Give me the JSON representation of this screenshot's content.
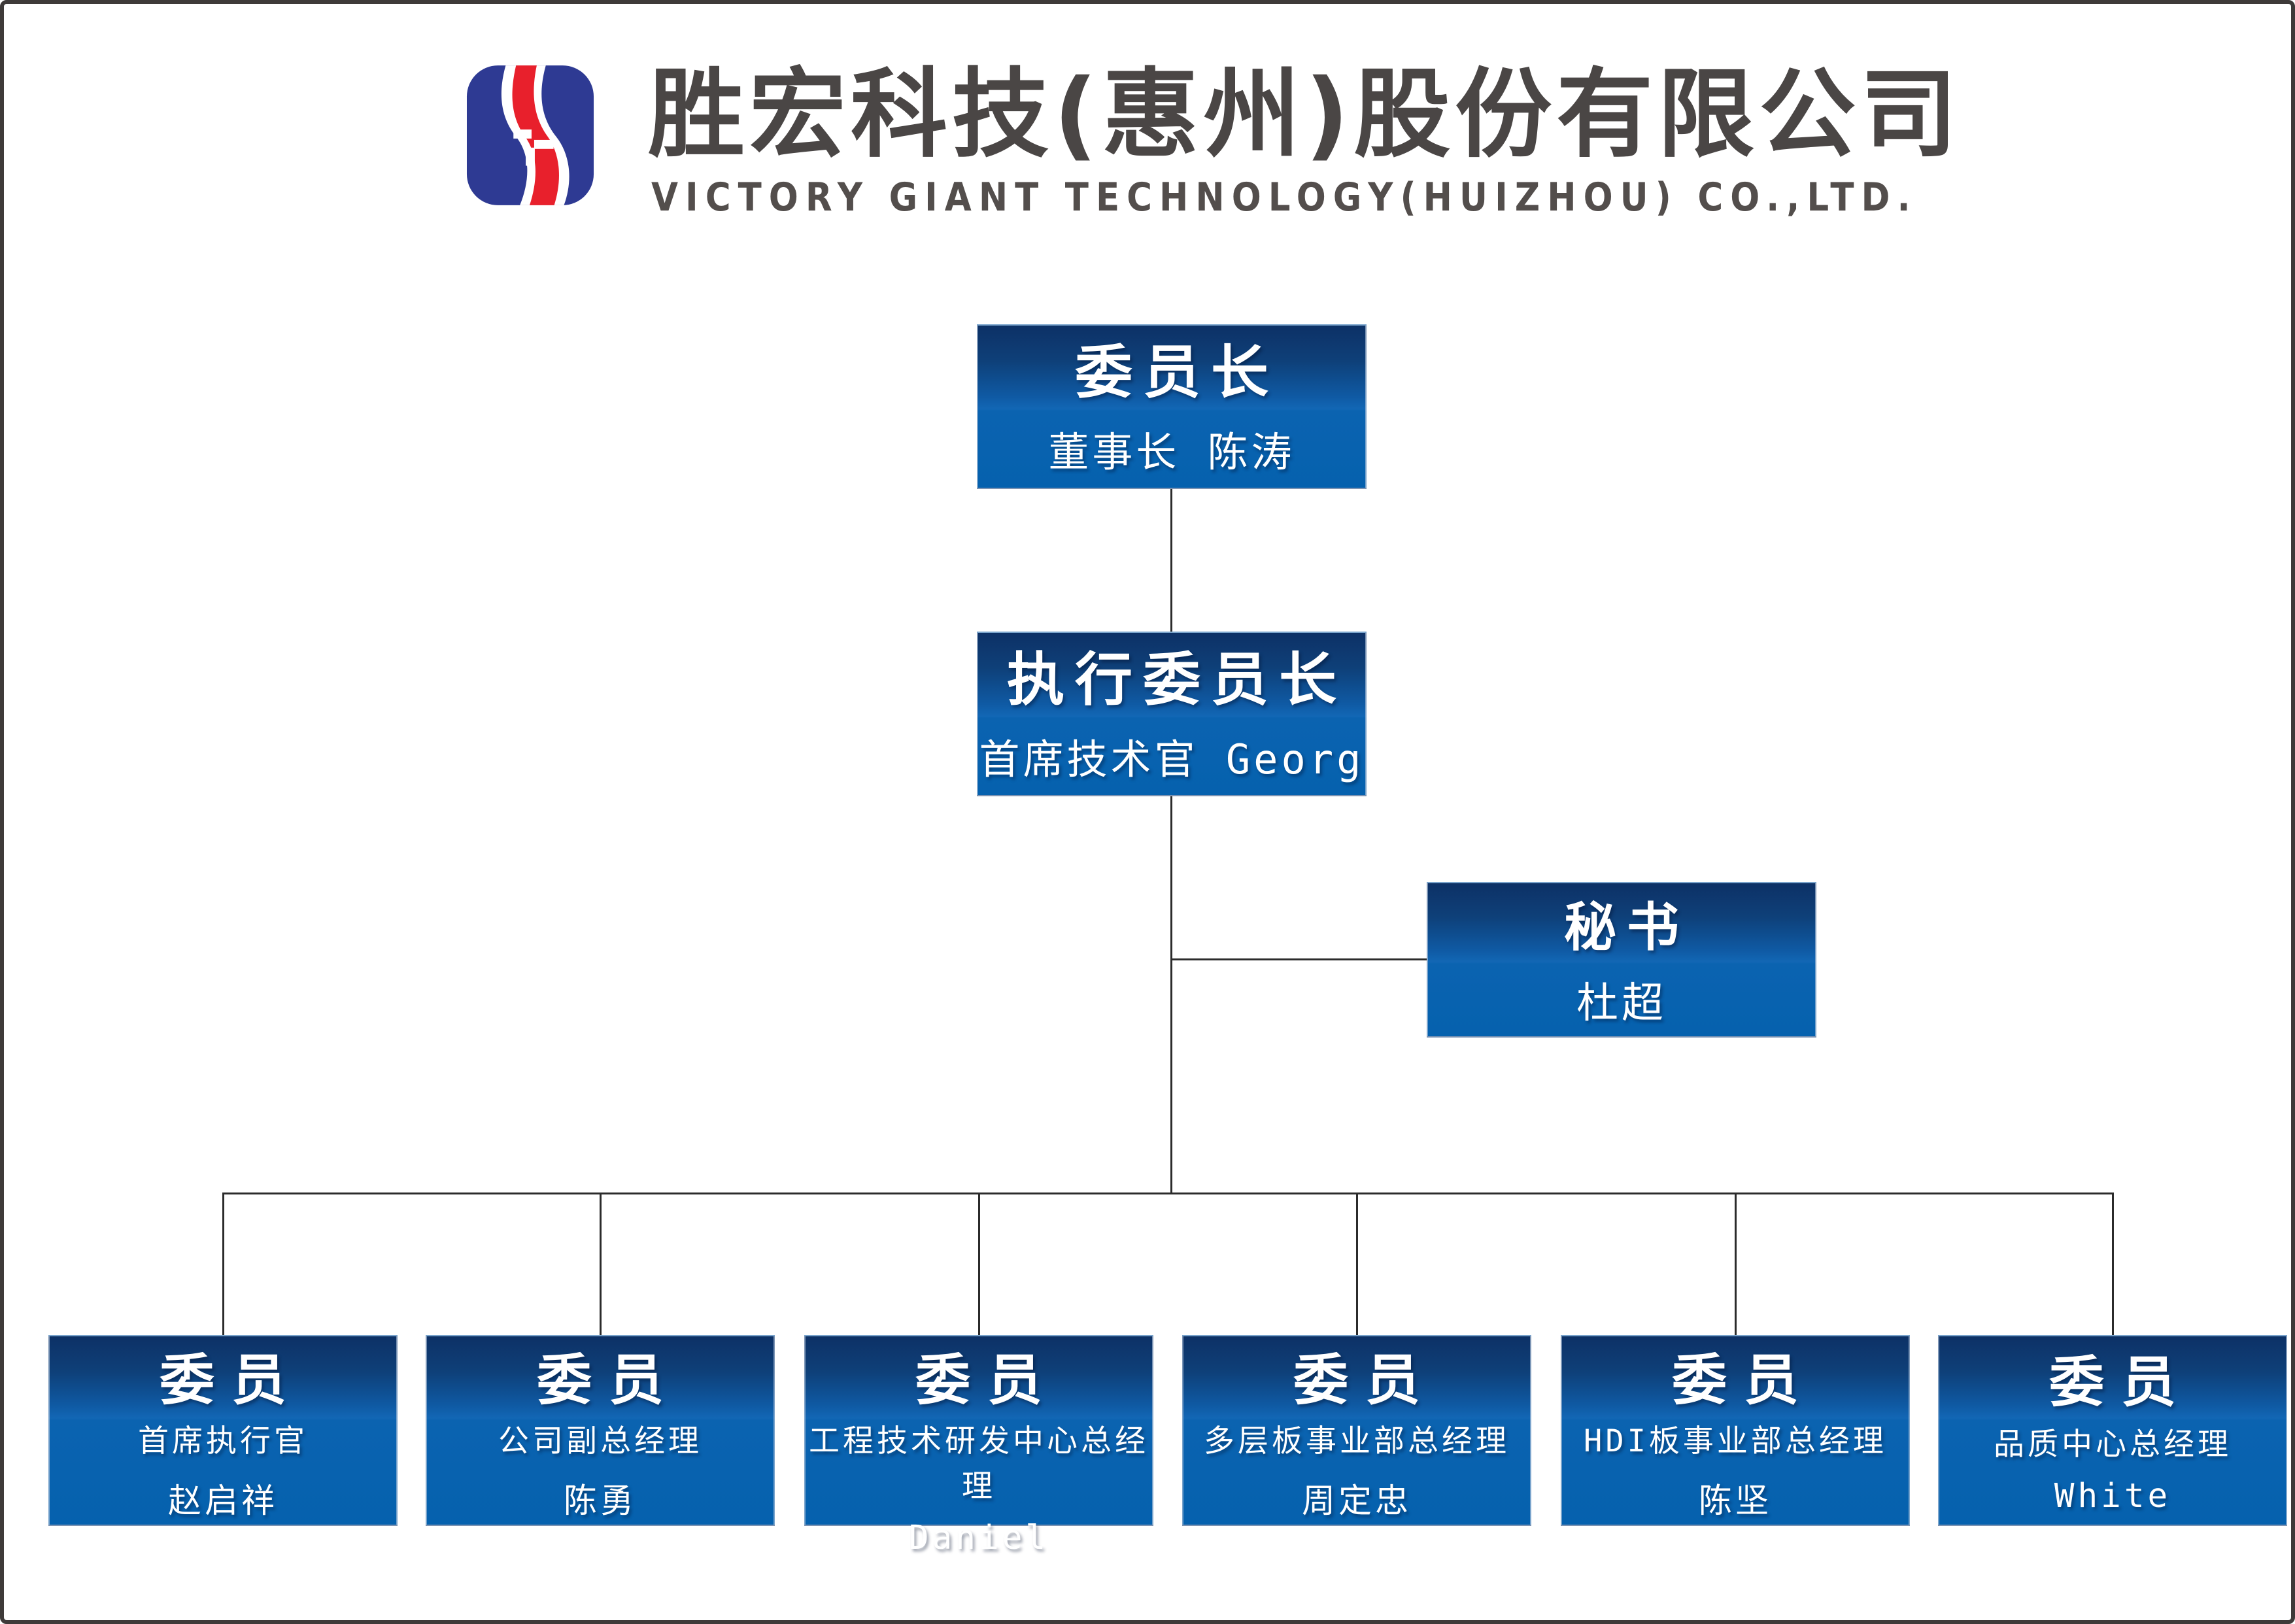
{
  "company": {
    "name_zh": "胜宏科技(惠州)股份有限公司",
    "name_en": "VICTORY GIANT TECHNOLOGY(HUIZHOU) CO.,LTD."
  },
  "logo": {
    "icon": "victory-giant-s-logo",
    "blue": "#2e3a93",
    "red": "#e8202c"
  },
  "colors": {
    "box_gradient_top": "#0d3166",
    "box_gradient_mid": "#1267b5",
    "box_bottom": "#0561ae",
    "box_text": "#ffffff",
    "connector": "#2b2b2b",
    "header_text": "#4a4645",
    "page_border": "#3e3a39"
  },
  "chart": {
    "chairman": {
      "title": "委员长",
      "subtitle": "董事长 陈涛"
    },
    "exec_chairman": {
      "title": "执行委员长",
      "subtitle": "首席技术官 Georg"
    },
    "secretary": {
      "title": "秘书",
      "subtitle": "杜超"
    },
    "members": [
      {
        "title": "委员",
        "role": "首席执行官",
        "name": "赵启祥"
      },
      {
        "title": "委员",
        "role": "公司副总经理",
        "name": "陈勇"
      },
      {
        "title": "委员",
        "role": "工程技术研发中心总经理",
        "name": "Daniel"
      },
      {
        "title": "委员",
        "role": "多层板事业部总经理",
        "name": "周定忠"
      },
      {
        "title": "委员",
        "role": "HDI板事业部总经理",
        "name": "陈坚"
      },
      {
        "title": "委员",
        "role": "品质中心总经理",
        "name": "White"
      }
    ]
  }
}
